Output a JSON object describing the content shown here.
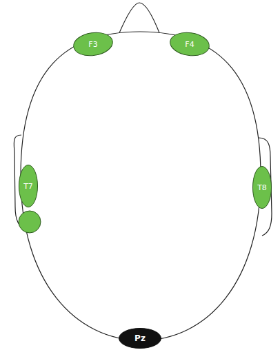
{
  "diagram": {
    "nodes": [
      {
        "text": [
          "F3"
        ]
      },
      {
        "text": [
          "F4"
        ]
      },
      {
        "text": [
          "T7"
        ]
      },
      {
        "text": [
          "T8"
        ]
      },
      {
        "text": [
          "Pz"
        ]
      }
    ]
  }
}
